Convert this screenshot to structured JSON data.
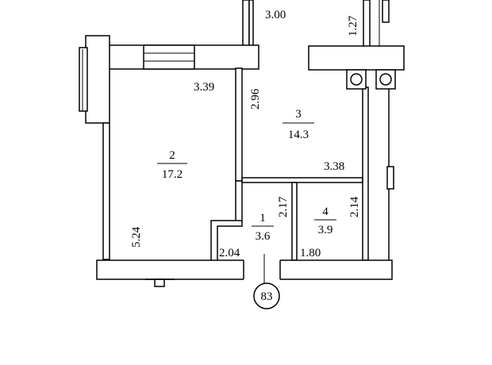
{
  "rooms": [
    {
      "number": "1",
      "area": "3.6"
    },
    {
      "number": "2",
      "area": "17.2"
    },
    {
      "number": "3",
      "area": "14.3"
    },
    {
      "number": "4",
      "area": "3.9"
    }
  ],
  "dimensions": {
    "top_width": "3.00",
    "top_height": "1.27",
    "room2_width": "3.39",
    "room3_depth": "2.96",
    "room3_width": "3.38",
    "room1_depth": "2.17",
    "room4_depth": "2.14",
    "room2_length": "5.24",
    "room1_width": "2.04",
    "room4_width": "1.80"
  },
  "unit_number": "83"
}
